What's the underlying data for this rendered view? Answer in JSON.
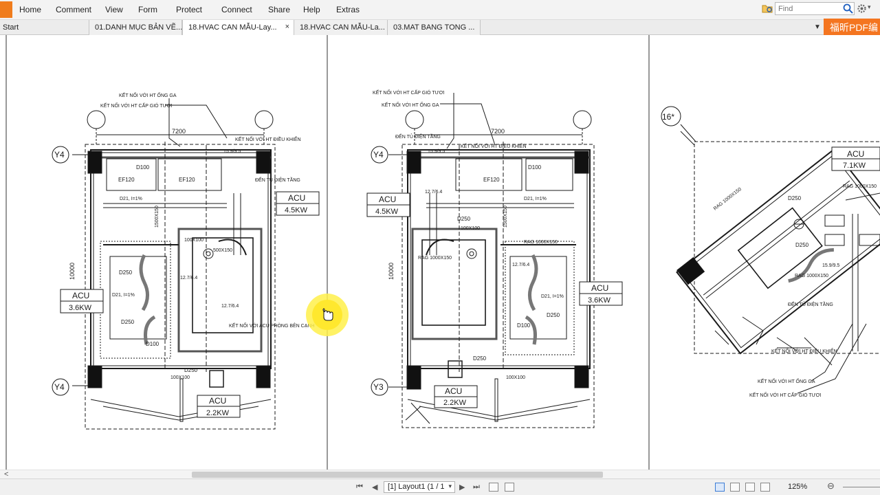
{
  "menu": {
    "items": [
      "Home",
      "Comment",
      "View",
      "Form",
      "Protect",
      "Connect",
      "Share",
      "Help",
      "Extras"
    ]
  },
  "search": {
    "placeholder": "Find"
  },
  "tabs": {
    "start": "Start",
    "items": [
      {
        "label": "01.DANH MỤC BẢN VẼ..."
      },
      {
        "label": "18.HVAC CAN MẪU-Lay...",
        "active": true
      },
      {
        "label": "18.HVAC CAN MẪU-La..."
      },
      {
        "label": "03.MAT BANG TONG ..."
      }
    ],
    "close_glyph": "×",
    "overflow_glyph": "▼"
  },
  "promo": {
    "text": "福昕PDF编"
  },
  "drawing": {
    "left": {
      "notes": [
        "KẾT NỐI VỚI HT ỐNG GA",
        "KẾT NỐI VỚI HT CẤP GIÓ TƯƠI",
        "KẾT NỐI VỚI HT ĐIỀU KHIỂN",
        "ĐẾN TỦ ĐIỆN TẦNG",
        "KẾT NỐI VỚI ACU PHÒNG BÊN CẠNH"
      ],
      "dimension": "7200",
      "height_dimension": "10000",
      "grid_top": "Y4",
      "grid_bottom": "Y4",
      "acu_a": {
        "name": "ACU",
        "power": "4.5KW"
      },
      "acu_b": {
        "name": "ACU",
        "power": "3.6KW"
      },
      "acu_c": {
        "name": "ACU",
        "power": "2.2KW"
      },
      "labels": [
        "D100",
        "EF120",
        "EF120",
        "D250",
        "D250",
        "D100",
        "D250",
        "D21, I=1%",
        "D21, I=1%",
        "100X100",
        "100X100",
        "15.9/9.5",
        "12.7/6.4",
        "12.7/6.4",
        "1500X150",
        "500X150"
      ]
    },
    "middle": {
      "notes": [
        "KẾT NỐI VỚI HT CẤP GIÓ TƯƠI",
        "KẾT NỐI VỚI HT ỐNG GA",
        "ĐẾN TỦ ĐIỆN TẦNG",
        "KẾT NỐI VỚI HT ĐIỀU KHIỂN"
      ],
      "dimension": "7200",
      "height_dimension": "10000",
      "grid_top": "Y4",
      "grid_bottom": "Y3",
      "acu_a": {
        "name": "ACU",
        "power": "4.5KW"
      },
      "acu_b": {
        "name": "ACU",
        "power": "3.6KW"
      },
      "acu_c": {
        "name": "ACU",
        "power": "2.2KW"
      },
      "labels": [
        "EF120",
        "D100",
        "D250",
        "D250",
        "D100",
        "D250",
        "D21, I=1%",
        "D21, I=1%",
        "100X100",
        "100X100",
        "RAG 1000X150",
        "RAG 1000X150",
        "15.9/9.5",
        "12.7/6.4",
        "12.7/6.4",
        "1500X150"
      ]
    },
    "right": {
      "grid": "16*",
      "acu": {
        "name": "ACU",
        "power": "7.1KW"
      },
      "notes": [
        "KẾT NỐI VỚI HT ĐIỀU KHIỂN",
        "KẾT NỐI VỚI HT ỐNG GA",
        "KẾT NỐI VỚI HT CẤP GIÓ TƯƠI",
        "ĐẾN TỦ ĐIỆN TẦNG"
      ],
      "labels": [
        "RAG 1000X150",
        "RAG 1000X150",
        "RAG 1000X150",
        "D250",
        "15.9/9.5",
        "D250"
      ]
    }
  },
  "hscroll": {
    "left_arrow": "<"
  },
  "status": {
    "first": "⏮",
    "prev": "◀",
    "next": "▶",
    "last": "⏭",
    "page": "[1] Layout1 (1 / 1",
    "zoom": "125%",
    "zoom_out": "⊖"
  },
  "colors": {
    "menubar": "#f3f3f3",
    "promo": "#f47520",
    "highlight": "#ffeb3b",
    "ink": "#1a1a1a"
  }
}
